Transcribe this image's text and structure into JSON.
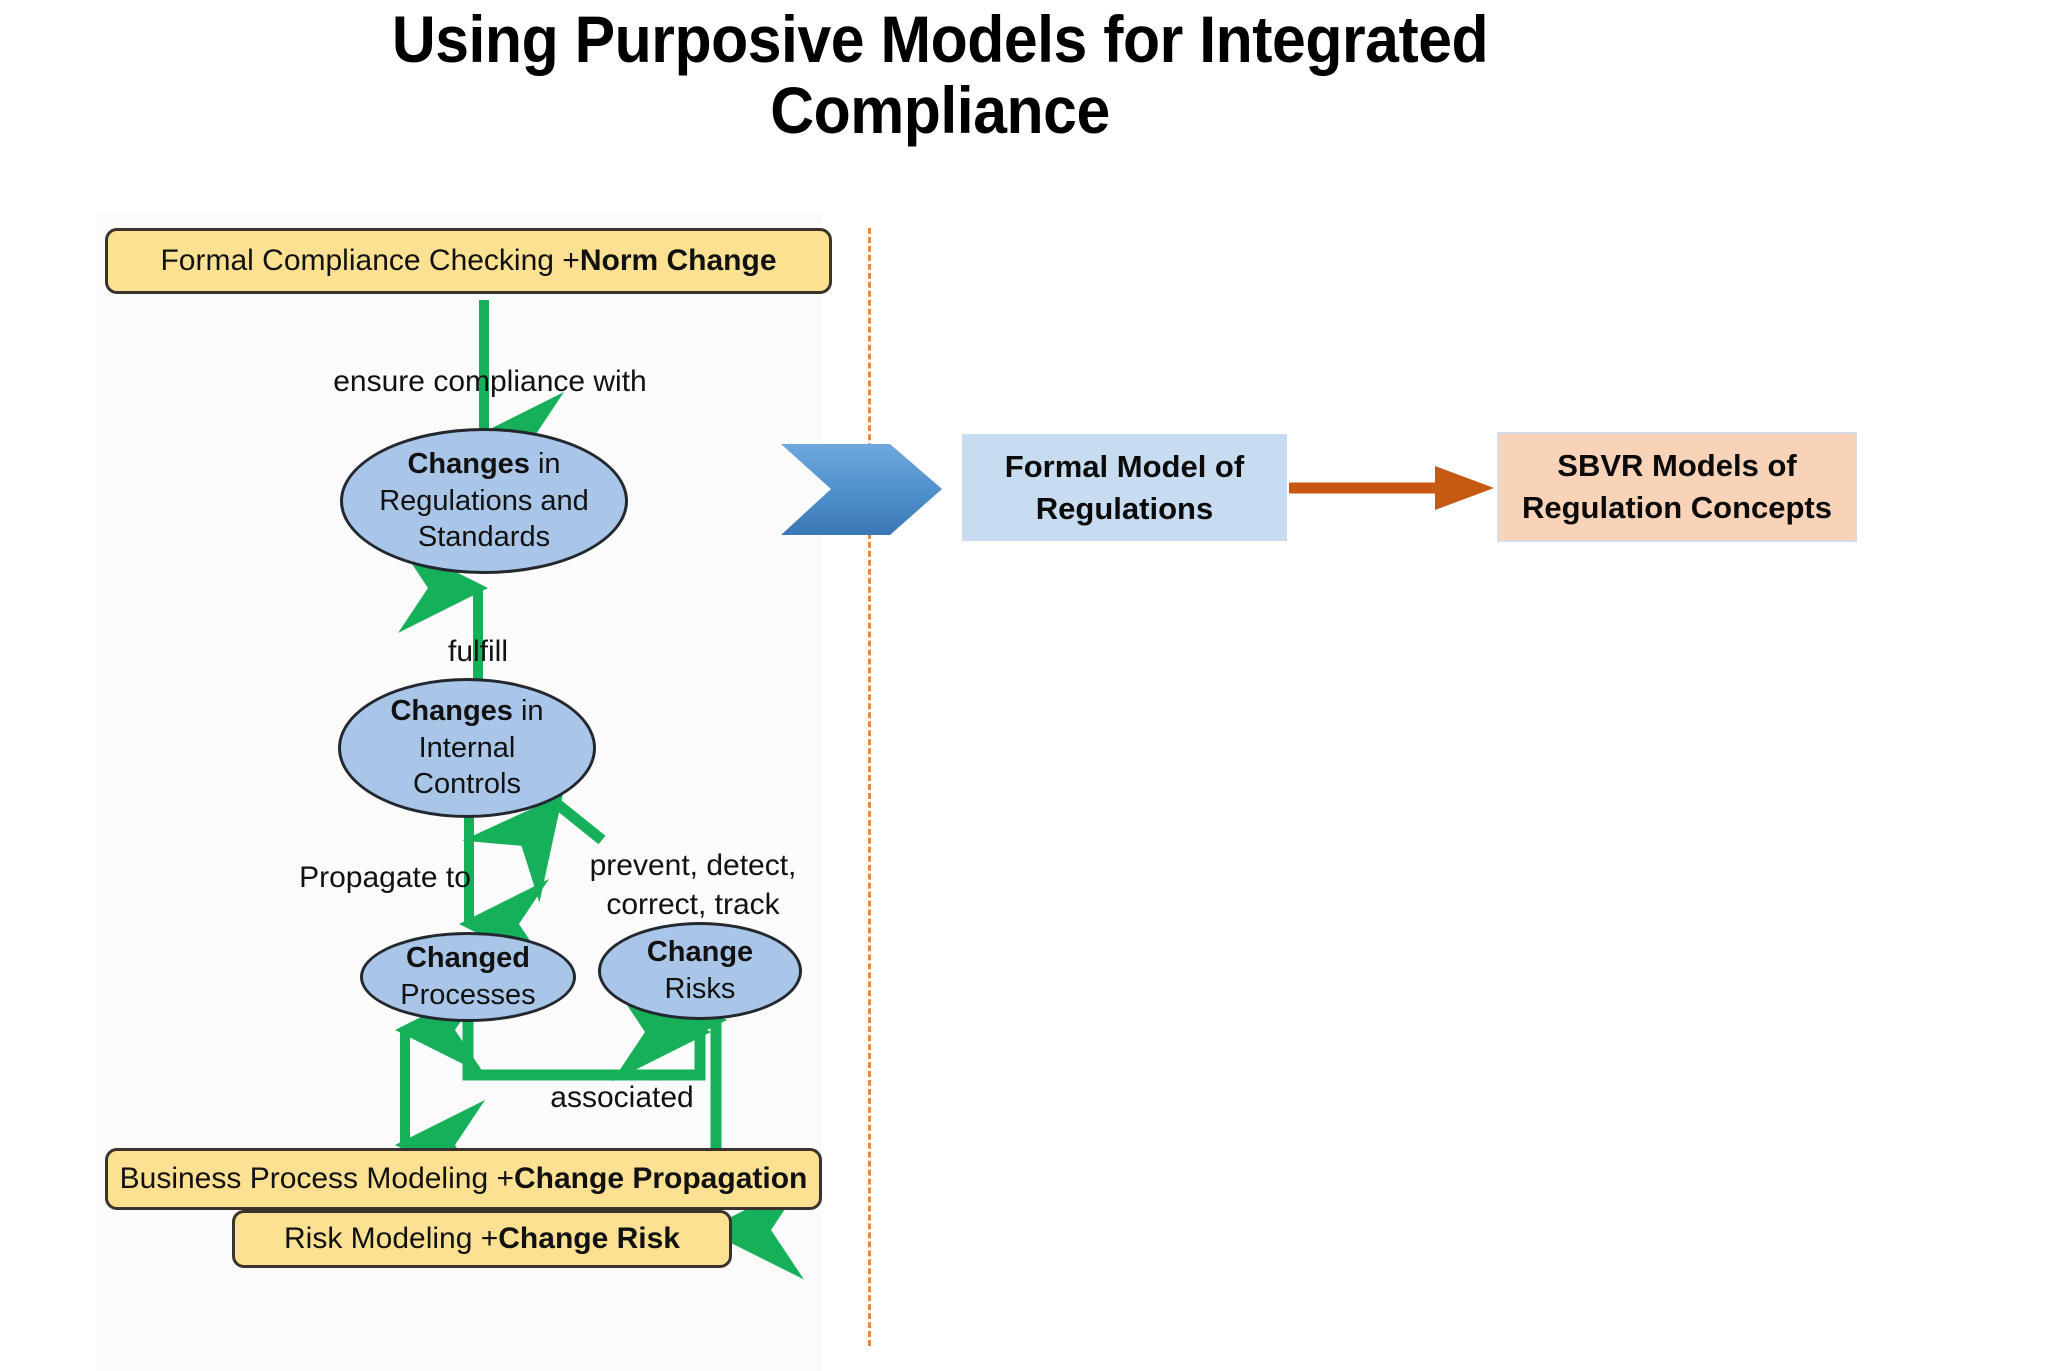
{
  "title": "Using Purposive Models for Integrated Compliance",
  "colors": {
    "yellow_fill": "#FBE191",
    "yellow_border": "#3A332B",
    "ellipse_fill": "#A9C6E8",
    "ellipse_border": "#23282E",
    "green_arrow": "#16B05A",
    "orange_arrow": "#C65911",
    "chevron_blue_light": "#5B9BD5",
    "chevron_blue_dark": "#3A78B5",
    "formal_model_fill": "#C7DCF0",
    "sbvr_fill": "#F8D3B8",
    "divider_dash": "#E8893C"
  },
  "left_column": {
    "top_box": {
      "plain": "Formal Compliance Checking + ",
      "bold": "Norm Change"
    },
    "nodes": [
      {
        "bold": "Changes",
        "rest": " in",
        "line2": "Regulations and",
        "line3": "Standards"
      },
      {
        "bold": "Changes",
        "rest": "  in",
        "line2": "Internal",
        "line3": "Controls"
      },
      {
        "bold": "Changed",
        "rest": "",
        "line2": "Processes",
        "line3": ""
      },
      {
        "bold": "Change",
        "rest": "",
        "line2": "Risks",
        "line3": ""
      }
    ],
    "edge_labels": {
      "ensure_compliance": "ensure  compliance with",
      "fulfill": "fulfill",
      "propagate_to": "Propagate to",
      "prevent_detect_line1": "prevent, detect,",
      "prevent_detect_line2": "correct, track",
      "associated": "associated"
    },
    "bottom_boxes": [
      {
        "plain": "Business Process Modeling + ",
        "bold": "Change Propagation"
      },
      {
        "plain": "Risk Modeling + ",
        "bold": "Change Risk"
      }
    ]
  },
  "right_column": {
    "chevron_label": "chevron-right",
    "formal_model": {
      "line1": "Formal Model of",
      "line2": "Regulations"
    },
    "sbvr": {
      "line1": "SBVR Models of",
      "line2": "Regulation Concepts"
    }
  }
}
